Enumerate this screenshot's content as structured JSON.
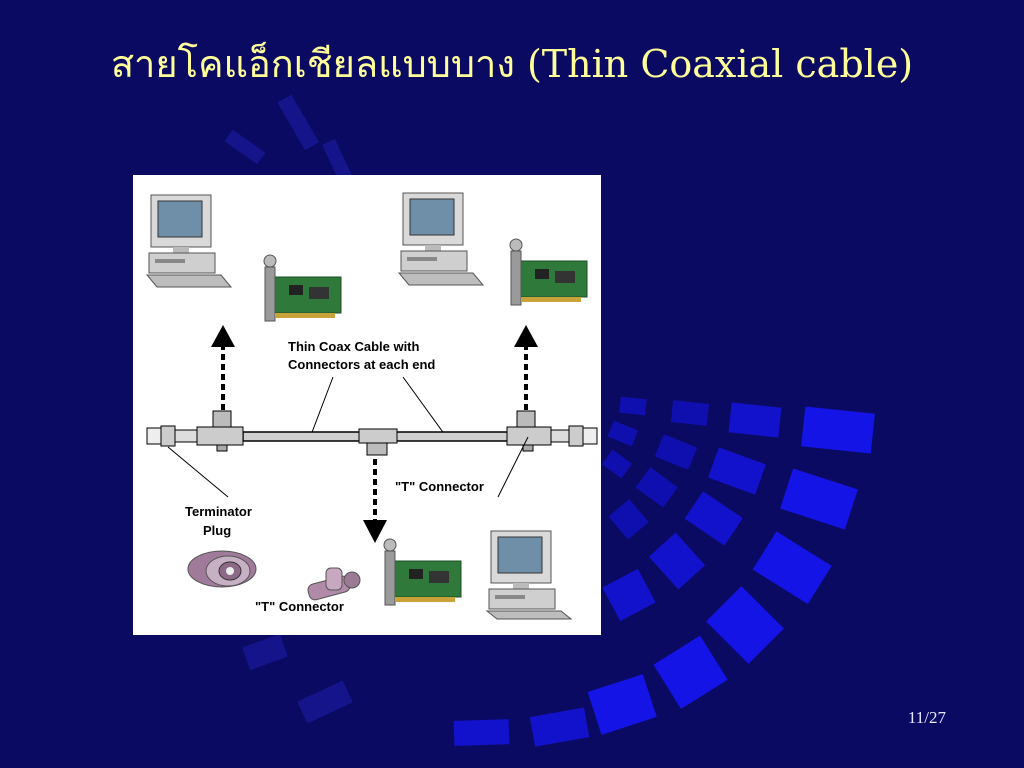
{
  "slide": {
    "title": "สายโคแอ็กเชียลแบบบาง (Thin Coaxial cable)",
    "page_number": "11/27"
  },
  "diagram": {
    "cable_label_line1": "Thin Coax Cable with",
    "cable_label_line2": "Connectors at each end",
    "t_connector_label": "\"T\" Connector",
    "terminator_label_line1": "Terminator",
    "terminator_label_line2": "Plug",
    "t_connector_label_bottom": "\"T\" Connector"
  },
  "colors": {
    "background": "#0b0a63",
    "title": "#ffff99",
    "decor_blue": "#1a1af0"
  }
}
